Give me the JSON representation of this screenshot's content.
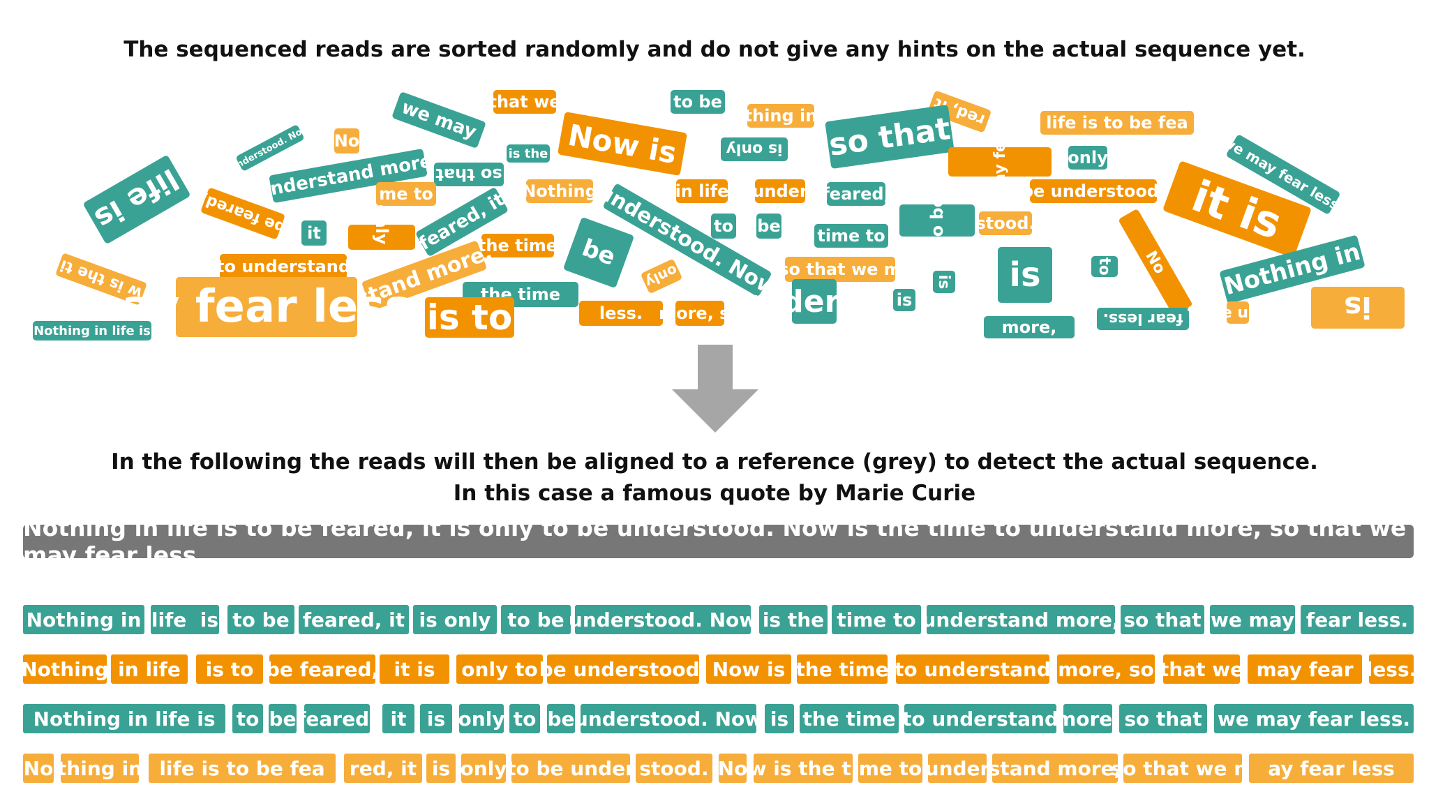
{
  "heading_top": "The sequenced reads are sorted randomly and do not give any hints on the actual sequence yet.",
  "heading_mid_1": "In the following the reads will then be aligned to a reference (grey) to detect the actual sequence.",
  "heading_mid_2": "In this case a famous quote by Marie Curie",
  "reference": "Nothing in life is to be feared, it is only to be understood. Now is the time to understand more, so that we may fear less.",
  "colors": {
    "teal": "#3aa294",
    "orange": "#f39200",
    "light_orange": "#f7ad3a",
    "reference_grey": "#777777"
  },
  "scattered_reads": [
    {
      "text": "we may",
      "color": "teal"
    },
    {
      "text": "that we",
      "color": "orange"
    },
    {
      "text": "to be",
      "color": "teal"
    },
    {
      "text": "thing in",
      "color": "lorange"
    },
    {
      "text": "red, it",
      "color": "lorange"
    },
    {
      "text": "life is to be fea",
      "color": "lorange"
    },
    {
      "text": "understood. Now",
      "color": "teal"
    },
    {
      "text": "No",
      "color": "lorange"
    },
    {
      "text": "Now is",
      "color": "orange"
    },
    {
      "text": "is the",
      "color": "teal"
    },
    {
      "text": "is only",
      "color": "teal"
    },
    {
      "text": "so that",
      "color": "teal"
    },
    {
      "text": "may fear",
      "color": "orange"
    },
    {
      "text": "only",
      "color": "teal"
    },
    {
      "text": "we may fear less.",
      "color": "teal"
    },
    {
      "text": "life is",
      "color": "teal"
    },
    {
      "text": "understand more,",
      "color": "teal"
    },
    {
      "text": "so that",
      "color": "teal"
    },
    {
      "text": "me to",
      "color": "lorange"
    },
    {
      "text": "Nothing",
      "color": "lorange"
    },
    {
      "text": "in life",
      "color": "orange"
    },
    {
      "text": "under",
      "color": "orange"
    },
    {
      "text": "feared,",
      "color": "teal"
    },
    {
      "text": "be understood.",
      "color": "orange"
    },
    {
      "text": "it is",
      "color": "orange"
    },
    {
      "text": "be feared,",
      "color": "orange"
    },
    {
      "text": "it",
      "color": "teal"
    },
    {
      "text": "only to",
      "color": "orange"
    },
    {
      "text": "feared, it",
      "color": "teal"
    },
    {
      "text": "understood. Now",
      "color": "teal"
    },
    {
      "text": "to",
      "color": "teal"
    },
    {
      "text": "be",
      "color": "teal"
    },
    {
      "text": "time to",
      "color": "teal"
    },
    {
      "text": "to be",
      "color": "teal"
    },
    {
      "text": "stood.",
      "color": "lorange"
    },
    {
      "text": "the time",
      "color": "orange"
    },
    {
      "text": "be",
      "color": "teal"
    },
    {
      "text": "w is the ti",
      "color": "lorange"
    },
    {
      "text": "to understand",
      "color": "orange"
    },
    {
      "text": "stand more,",
      "color": "lorange"
    },
    {
      "text": "only",
      "color": "lorange"
    },
    {
      "text": "so that we m",
      "color": "lorange"
    },
    {
      "text": "to",
      "color": "teal"
    },
    {
      "text": "No",
      "color": "orange"
    },
    {
      "text": "Nothing in",
      "color": "teal"
    },
    {
      "text": "ay fear less",
      "color": "lorange"
    },
    {
      "text": "the time",
      "color": "teal"
    },
    {
      "text": "to understand",
      "color": "teal"
    },
    {
      "text": "is",
      "color": "teal"
    },
    {
      "text": "is",
      "color": "teal"
    },
    {
      "text": "is",
      "color": "lorange"
    },
    {
      "text": "is to",
      "color": "orange"
    },
    {
      "text": "less.",
      "color": "orange"
    },
    {
      "text": "more, so",
      "color": "orange"
    },
    {
      "text": "more,",
      "color": "teal"
    },
    {
      "text": "fear less.",
      "color": "teal"
    },
    {
      "text": "to be under",
      "color": "lorange"
    },
    {
      "text": "is",
      "color": "teal"
    },
    {
      "text": "Nothing in life is",
      "color": "teal"
    }
  ],
  "aligned_rows": [
    {
      "color": "teal",
      "reads": [
        "Nothing in",
        "life  is",
        "to be",
        "feared, it",
        "is only",
        "to be",
        "understood. Now",
        "is the",
        "time to",
        "understand more,",
        "so that",
        "we may",
        "fear less."
      ]
    },
    {
      "color": "orange",
      "reads": [
        "Nothing",
        "in life",
        "is to",
        "be feared,",
        "it is",
        "only to",
        "be understood.",
        "Now is",
        "the time",
        "to understand",
        "more, so",
        "that we",
        "may fear",
        "less."
      ]
    },
    {
      "color": "teal",
      "reads": [
        "Nothing in life is",
        "to",
        "be",
        "feared,",
        "it",
        "is",
        "only",
        "to",
        "be",
        "understood. Now",
        "is",
        "the time",
        "to understand",
        "more,",
        "so that",
        "we may fear less."
      ]
    },
    {
      "color": "lorange",
      "reads": [
        "No",
        "thing in",
        "life is to be fea",
        "red, it",
        "is",
        "only",
        "to be under",
        "stood.",
        "No",
        "w is the ti",
        "me to",
        "under",
        "stand more,",
        "so that we m",
        "ay fear less"
      ]
    }
  ]
}
